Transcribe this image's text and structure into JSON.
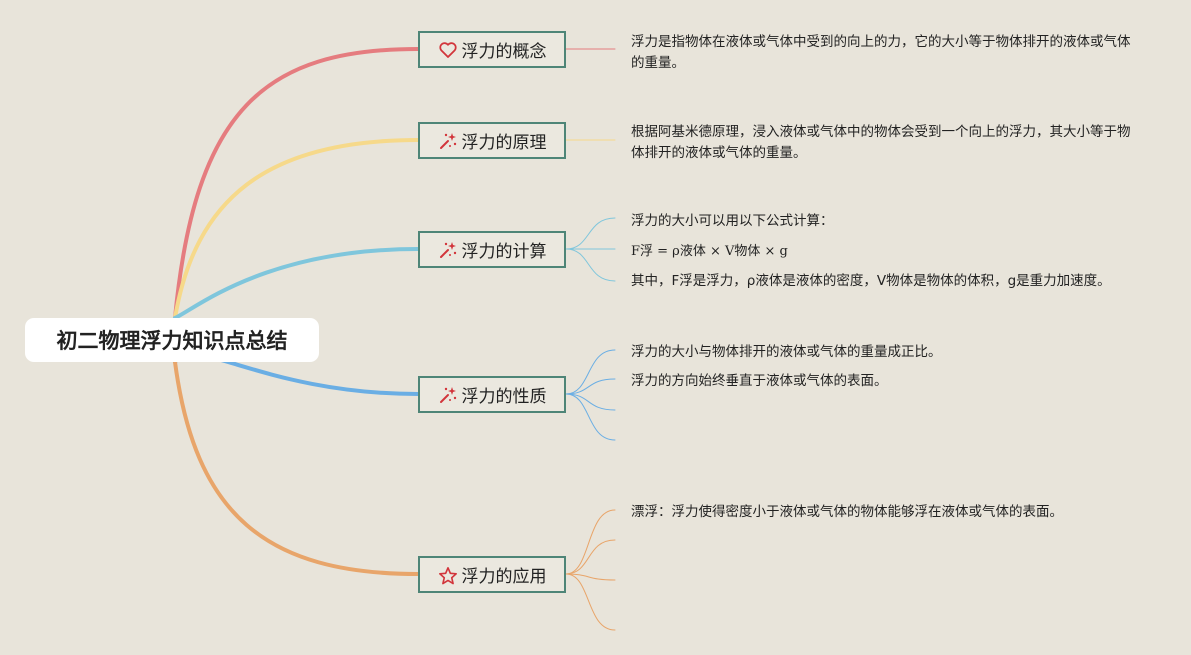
{
  "root": {
    "title": "初二物理浮力知识点总结"
  },
  "branches": [
    {
      "label": "浮力的概念",
      "icon": "heart-icon",
      "color": "#e57c7f",
      "leaves": [
        "浮力是指物体在液体或气体中受到的向上的力，它的大小等于物体排开的液体或气体的重量。"
      ]
    },
    {
      "label": "浮力的原理",
      "icon": "sparkle-wand-icon",
      "color": "#f6d98a",
      "leaves": [
        "根据阿基米德原理，浸入液体或气体中的物体会受到一个向上的浮力，其大小等于物体排开的液体或气体的重量。"
      ]
    },
    {
      "label": "浮力的计算",
      "icon": "sparkle-wand-icon",
      "color": "#7fc6dc",
      "leaves": [
        "浮力的大小可以用以下公式计算：",
        "F浮 = ρ液体 × V物体 × g",
        "其中，F浮是浮力，ρ液体是液体的密度，V物体是物体的体积，g是重力加速度。"
      ]
    },
    {
      "label": "浮力的性质",
      "icon": "sparkle-wand-icon",
      "color": "#6aaee4",
      "leaves": [
        "浮力的大小与物体排开的液体或气体的重量成正比。",
        "浮力的方向始终垂直于液体或气体的表面。",
        "",
        ""
      ]
    },
    {
      "label": "浮力的应用",
      "icon": "star-icon",
      "color": "#e8a56a",
      "leaves": [
        "漂浮：浮力使得密度小于液体或气体的物体能够浮在液体或气体的表面。",
        "",
        "",
        ""
      ]
    }
  ]
}
